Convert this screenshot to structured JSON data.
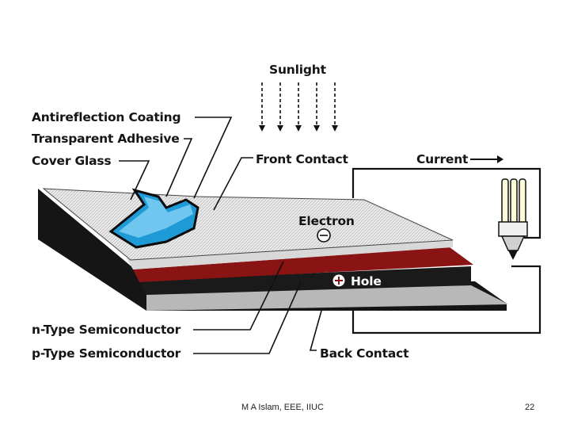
{
  "diagram": {
    "labels": {
      "sunlight": "Sunlight",
      "antireflection_coating": "Antireflection Coating",
      "transparent_adhesive": "Transparent Adhesive",
      "cover_glass": "Cover Glass",
      "front_contact": "Front Contact",
      "current": "Current",
      "electron": "Electron",
      "hole": "Hole",
      "n_type": "n-Type Semiconductor",
      "p_type": "p-Type Semiconductor",
      "back_contact": "Back Contact"
    },
    "colors": {
      "cover_glass": "#1e9bd7",
      "n_type_layer": "#8a1414",
      "p_type_layer": "#1a1a1a",
      "front_contact": "#e4e4e4",
      "back_contact": "#b8b8b8",
      "wire": "#111111"
    }
  },
  "footer": {
    "author": "M A Islam, EEE, IIUC",
    "page_number": "22"
  }
}
